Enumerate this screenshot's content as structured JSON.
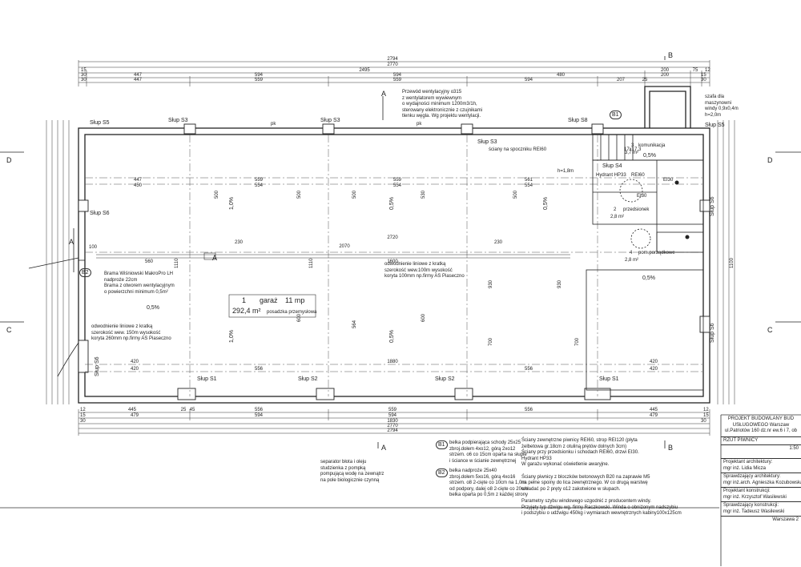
{
  "dims_top": {
    "r1": "2794",
    "r2": "2770",
    "r3": [
      "15",
      "2495",
      "200",
      "75",
      "12"
    ],
    "r4": [
      "30",
      "447",
      "594",
      "594",
      "480",
      "200",
      "15"
    ],
    "r5": [
      "30",
      "447",
      "559",
      "559",
      "594",
      "207",
      "25",
      "30"
    ]
  },
  "dims_bottom": {
    "r1": [
      "12",
      "445",
      "25",
      "45",
      "556",
      "559",
      "556",
      "445",
      "12"
    ],
    "r2": [
      "15",
      "479",
      "594",
      "594",
      "479",
      "15"
    ],
    "r3": [
      "30",
      "1830",
      "30"
    ],
    "r4": "2770",
    "r5": "2794"
  },
  "dims_interior": {
    "bay_top": [
      "447",
      "450",
      "559",
      "554",
      "559",
      "554",
      "561",
      "554"
    ],
    "bay_bot": [
      "420",
      "420",
      "556",
      "1880",
      "556",
      "420",
      "420"
    ],
    "mid": [
      "2720",
      "2070",
      "230",
      "230",
      "1600",
      "560",
      "100"
    ],
    "vertical": [
      "500",
      "500",
      "500",
      "500",
      "530",
      "600",
      "600",
      "564",
      "930",
      "930",
      "700",
      "700",
      "1110",
      "1110",
      "1100"
    ]
  },
  "columns": {
    "s1": "Słup S1",
    "s2": "Słup S2",
    "s3": "Słup S3",
    "s4": "Słup S4",
    "s5": "Słup S5",
    "s6": "Słup S6",
    "s8": "Słup S8"
  },
  "sections": {
    "a": "A",
    "b": "B",
    "c": "C",
    "d": "D"
  },
  "slopes": [
    "1,0%",
    "0,5%",
    "0,5%",
    "0,5%",
    "0,5%",
    "1,0%",
    "0,5%",
    "0,5%"
  ],
  "room_garage": {
    "number": "1",
    "name": "garaż",
    "spots": "11 mp",
    "area": "292,4 m²",
    "floor": "posadzka przemysłowa"
  },
  "room_communication": {
    "number": "3",
    "name": "komunikacja",
    "area": "3,7 m²"
  },
  "room_vestibule": {
    "number": "2",
    "name": "przedsionek",
    "area": "2,8 m²"
  },
  "room_cleaning": {
    "number": "4",
    "name": "pom.porządkowe",
    "area": "2,8 m²"
  },
  "small_labels": {
    "ei30_a": "EI30",
    "ei30_b": "EI30",
    "rei60": "REI60",
    "hydrant": "Hydrant HP33",
    "h18": "h=1,8m",
    "dims_stair": "17x17,3",
    "pk": "pk",
    "b1": "B1",
    "b2": "B2",
    "wall_rei": "ściany na spoczniku REI60"
  },
  "notes": {
    "vent": [
      "Przewód wentylacyjny o315",
      "z wentylatorem wywiewnym",
      "o wydajności minimum 1200m3/1h,",
      "sterowany elektronicznie z czujnikami",
      "tlenku węgla. Wg projektu wentylacji."
    ],
    "lift_shaft": [
      "szafa dla",
      "maszynowni",
      "windy 0,9x0,4m",
      "h=2,0m"
    ],
    "gate": [
      "Brama Wiśniowski MakroPro LH",
      "nadproże 22cm",
      "Brama z otworem wentylacyjnym",
      "o powierzchni minimum 0,5m²"
    ],
    "drain_left": [
      "odwodnienie liniowe z kratką",
      "szerokość wew. 150m wysokość",
      "koryta 260mm np.firmy AS Piaseczno"
    ],
    "drain_center": [
      "odwodnienie liniowe z kratką",
      "szerokość wew.100m wysokość",
      "koryta 100mm np.firmy AS Piaseczno"
    ],
    "separator": [
      "separator błota i oleju",
      "studzienka z pompką",
      "pompującą wodę na zewnątrz",
      "na pole biologicznie czynną"
    ],
    "beam_b1": [
      "belka podpierająca schody 25x25",
      "zbroj.dołem 4xo12, górą 2xo12",
      "strzem. o6 co 15cm oparta na słupie",
      "i ściance w ścianie zewnętrznej"
    ],
    "beam_b2": [
      "belka nadproże 25x40",
      "zbroj.dołem 5xo16, górą 4xo16",
      "strzem. o8 2-cięte co 10cm na 1,0m",
      "od podpory, dalej o8 2-cięte co 20cm",
      "belka oparta po 0,5m z każdej strony"
    ],
    "general": [
      "Ściany zewnętrzne piwnicy REI60, strop REI120 (płyta",
      "żelbetowa gr.18cm z otuliną prętów dolnych 3cm)",
      "Ściany przy przedsionku i schodach REI60, drzwi EI30.",
      "Hydrant HP33",
      "W garażu wykonać oświetlenie awaryjne.",
      "",
      "Ściany piwnicy z bloczków betonowych B20 na zaprawie M5",
      "na pełne spoiny do lica zewnętrznego. W co drugą warstwę",
      "wkładać po 2 pręty o12 zakotwione w słupach.",
      "",
      "Parametry szybu windowego uzgodnić z producentem windy.",
      "Przyjęty typ dźwigu wg. firmy Raczkowski. Winda o obniżonym nadszybiu",
      "i podszybiu o udźwigu 450kg i wymiarach wewnętrznych kabiny100x125cm"
    ]
  },
  "titleblock": {
    "project": "PROJEKT BUDOWLANY BUD",
    "project2": "USŁUGOWEGO Warszaw",
    "address": "ul.Patriotów 160 dz.nr ew.6 i 7, ob",
    "sheet": "RZUT PIWNICY",
    "scale": "1:50",
    "architect_role": "Projektant architektury:",
    "architect": "mgr inż. Lidia Micza",
    "checker_role": "Sprawdzający architektury:",
    "checker": "mgr inż.arch. Agnieszka Kozubowska",
    "struct_role": "Projektant konstrukcji:",
    "struct": "mgr inż. Krzysztof Wasilewski",
    "struct_check_role": "Sprawdzający konstrukcji:",
    "struct_check": "mgr inż. Tadeusz Wasilewski",
    "city": "Warszawa 2"
  }
}
